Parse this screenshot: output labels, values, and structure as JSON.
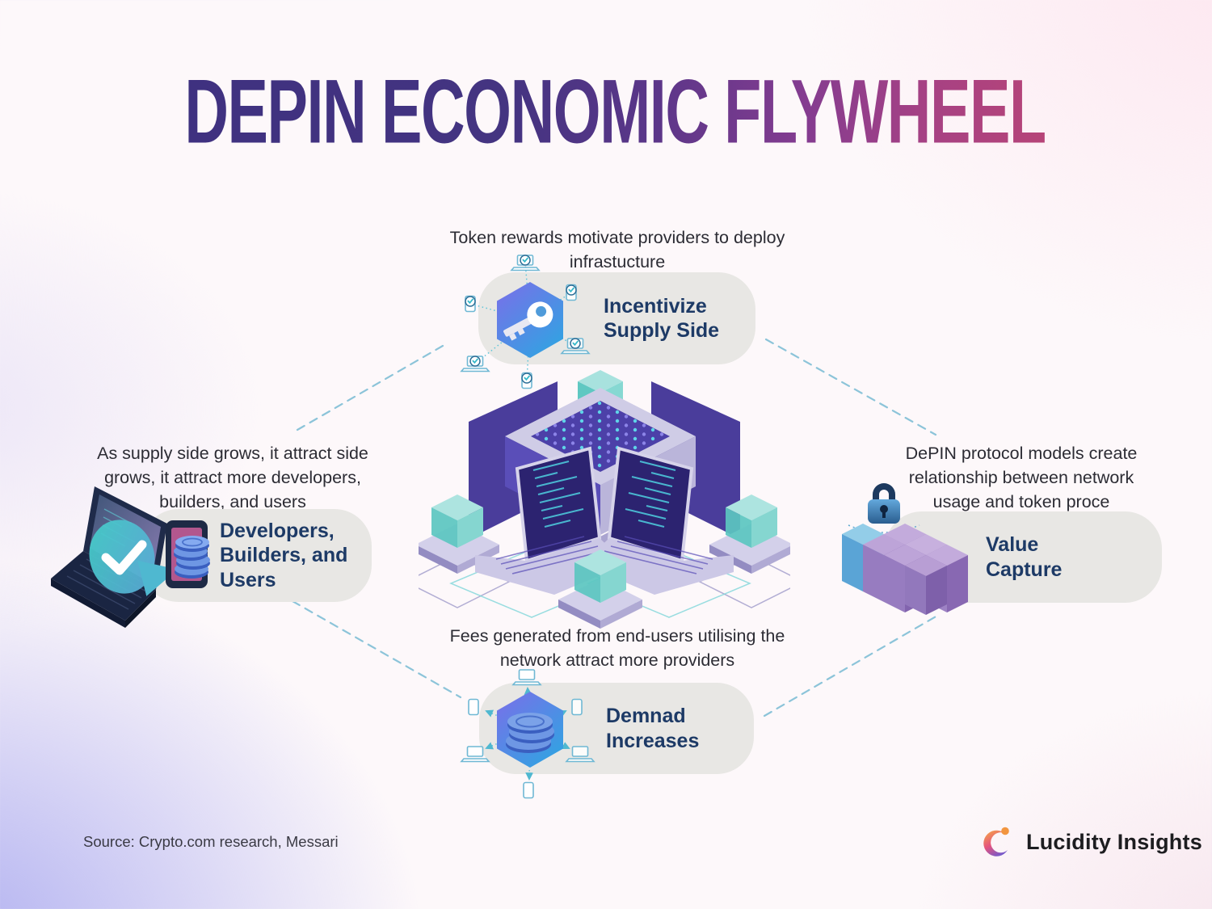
{
  "title": "DEPIN ECONOMIC FLYWHEEL",
  "nodes": {
    "top": {
      "caption": "Token rewards motivate providers to deploy infrastucture",
      "label": "Incentivize Supply Side",
      "icon": "key-hexagon-icon"
    },
    "left": {
      "caption": "As supply side grows, it attract side grows, it attract more developers, builders, and users",
      "label": "Developers, Builders, and Users",
      "icon": "laptop-check-phone-icon"
    },
    "right": {
      "caption": "DePIN protocol models create relationship between network usage and token proce",
      "label": "Value Capture",
      "icon": "cubes-lock-icon"
    },
    "bottom": {
      "caption": "Fees generated from end-users utilising the network attract more providers",
      "label": "Demnad Increases",
      "icon": "coins-hexagon-icon"
    }
  },
  "center_illustration": "isometric-server-laptops-teal-cubes",
  "footer": {
    "source": "Source: Crypto.com research, Messari",
    "brand": "Lucidity Insights"
  },
  "colors": {
    "title_gradient_start": "#3f3180",
    "title_gradient_end": "#b64478",
    "card_bg": "#e8e7e4",
    "label_text": "#1d3a66",
    "body_text": "#2c2c34",
    "dashed_line": "#8cc4d9",
    "hexagon_gradient_start": "#7b6ee9",
    "hexagon_gradient_end": "#31a3e2",
    "cube_teal": "#5bc6c0",
    "cube_purple": "#9d82c4",
    "cube_blue": "#5aa4d6",
    "server_purple": "#5a4eb8",
    "coin_blue": "#3a5fc0",
    "check_teal": "#43d0c8"
  }
}
